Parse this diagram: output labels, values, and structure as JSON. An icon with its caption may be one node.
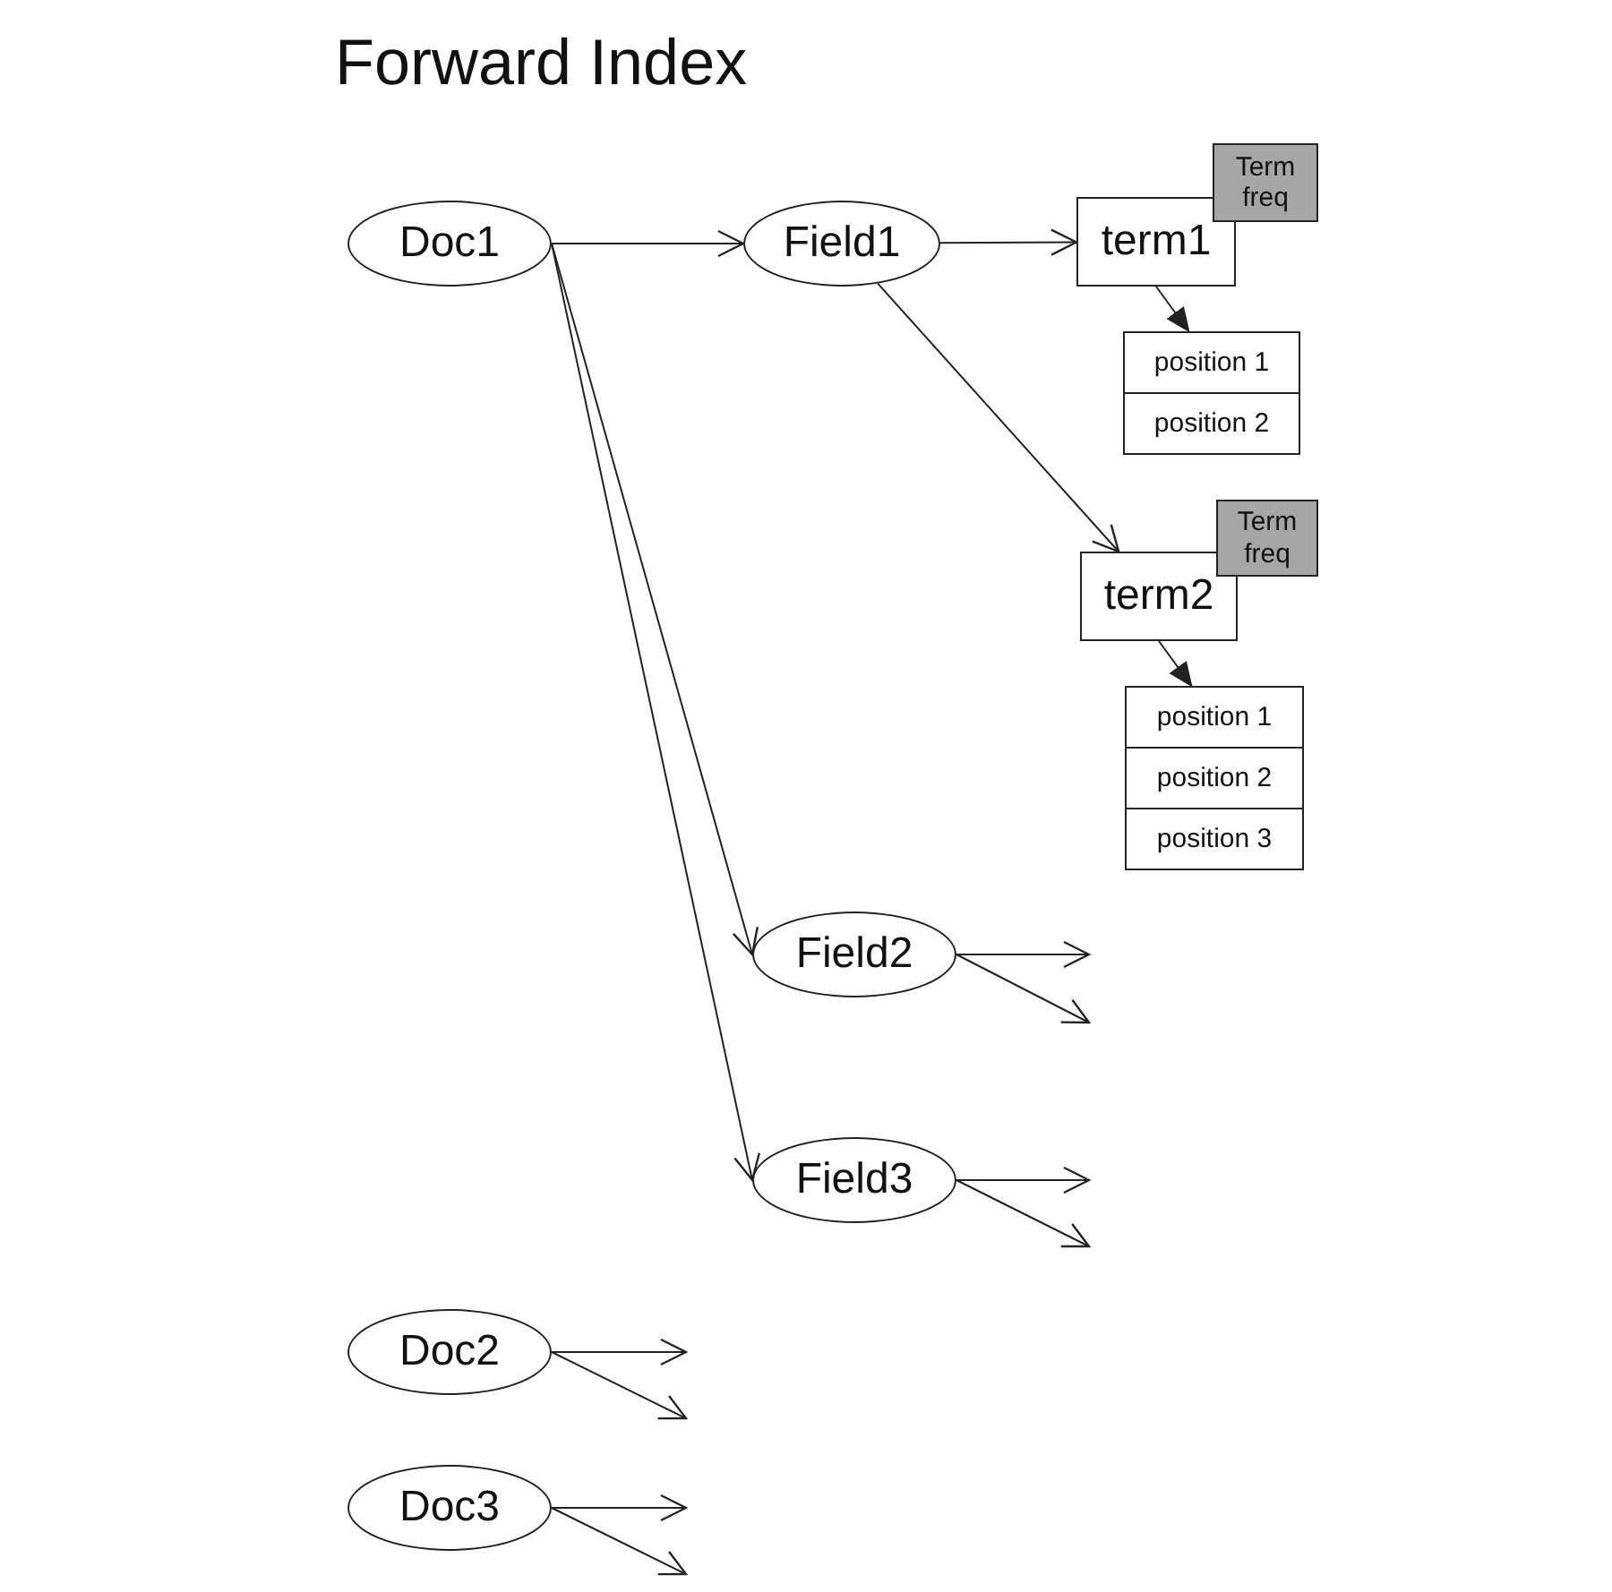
{
  "diagram": {
    "title": "Forward Index",
    "nodes": [
      {
        "text": [
          "Doc1"
        ]
      },
      {
        "text": [
          "Field1"
        ]
      },
      {
        "text": [
          "term1"
        ]
      },
      {
        "text": [
          "Term freq"
        ]
      },
      {
        "text": [
          "position 1"
        ]
      },
      {
        "text": [
          "position 2"
        ]
      },
      {
        "text": [
          "term2"
        ]
      },
      {
        "text": [
          "Term freq"
        ]
      },
      {
        "text": [
          "position 1"
        ]
      },
      {
        "text": [
          "position 2"
        ]
      },
      {
        "text": [
          "position 3"
        ]
      },
      {
        "text": [
          "Field2"
        ]
      },
      {
        "text": [
          "Field3"
        ]
      },
      {
        "text": [
          "Doc2"
        ]
      },
      {
        "text": [
          "Doc3"
        ]
      }
    ],
    "edges": [
      {
        "from": 0,
        "to": 1,
        "arrow": "to"
      },
      {
        "from": 1,
        "to": 2,
        "arrow": "to"
      },
      {
        "from": 2,
        "to": 4,
        "arrow": "to"
      },
      {
        "from": 1,
        "to": 6,
        "arrow": "to"
      },
      {
        "from": 6,
        "to": 8,
        "arrow": "to"
      },
      {
        "from": 0,
        "to": 11,
        "arrow": "to"
      },
      {
        "from": 0,
        "to": 12,
        "arrow": "to"
      },
      {
        "from": 11,
        "to": null,
        "arrow": "to"
      },
      {
        "from": 11,
        "to": null,
        "arrow": "to"
      },
      {
        "from": 12,
        "to": null,
        "arrow": "to"
      },
      {
        "from": 12,
        "to": null,
        "arrow": "to"
      },
      {
        "from": 13,
        "to": null,
        "arrow": "to"
      },
      {
        "from": 13,
        "to": null,
        "arrow": "to"
      },
      {
        "from": 14,
        "to": null,
        "arrow": "to"
      },
      {
        "from": 14,
        "to": null,
        "arrow": "to"
      }
    ]
  }
}
